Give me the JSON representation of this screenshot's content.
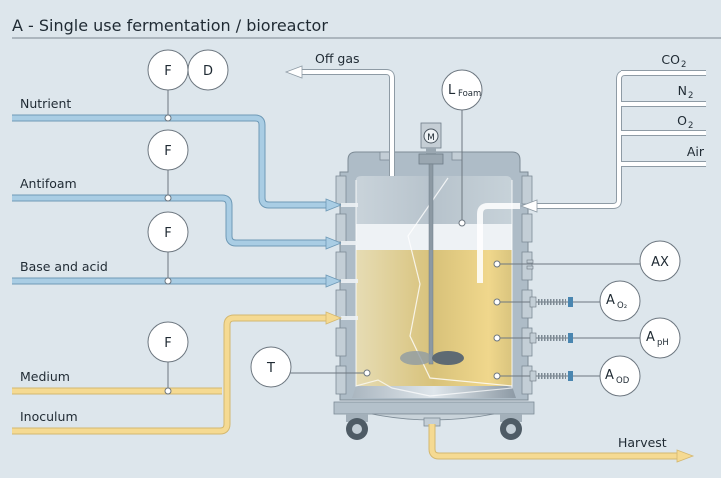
{
  "title": "A - Single use fermentation / bioreactor",
  "colors": {
    "background": "#dde6ec",
    "blue_line": "#9dc3dc",
    "yellow_line": "#f2d48a",
    "gas_line": "#ffffff",
    "broth": "#e2cf8e",
    "vessel": "#b8c6d0"
  },
  "inputs": {
    "nutrient": "Nutrient",
    "antifoam": "Antifoam",
    "base_acid": "Base and acid",
    "medium": "Medium",
    "inoculum": "Inoculum"
  },
  "outputs": {
    "off_gas": "Off gas",
    "harvest": "Harvest"
  },
  "gases": {
    "co2": {
      "main": "CO",
      "sub": "2"
    },
    "n2": {
      "main": "N",
      "sub": "2"
    },
    "o2": {
      "main": "O",
      "sub": "2"
    },
    "air": {
      "main": "Air",
      "sub": ""
    }
  },
  "instruments": {
    "nutrient_flow": "F",
    "nutrient_density": "D",
    "antifoam_flow": "F",
    "base_acid_flow": "F",
    "medium_flow": "F",
    "temperature": "T",
    "level_foam": {
      "main": "L",
      "sub": "Foam"
    },
    "motor": "M",
    "ax": "AX",
    "o2": {
      "main": "A",
      "sub": "O₂"
    },
    "ph": {
      "main": "A",
      "sub": "pH"
    },
    "od": {
      "main": "A",
      "sub": "OD"
    }
  }
}
